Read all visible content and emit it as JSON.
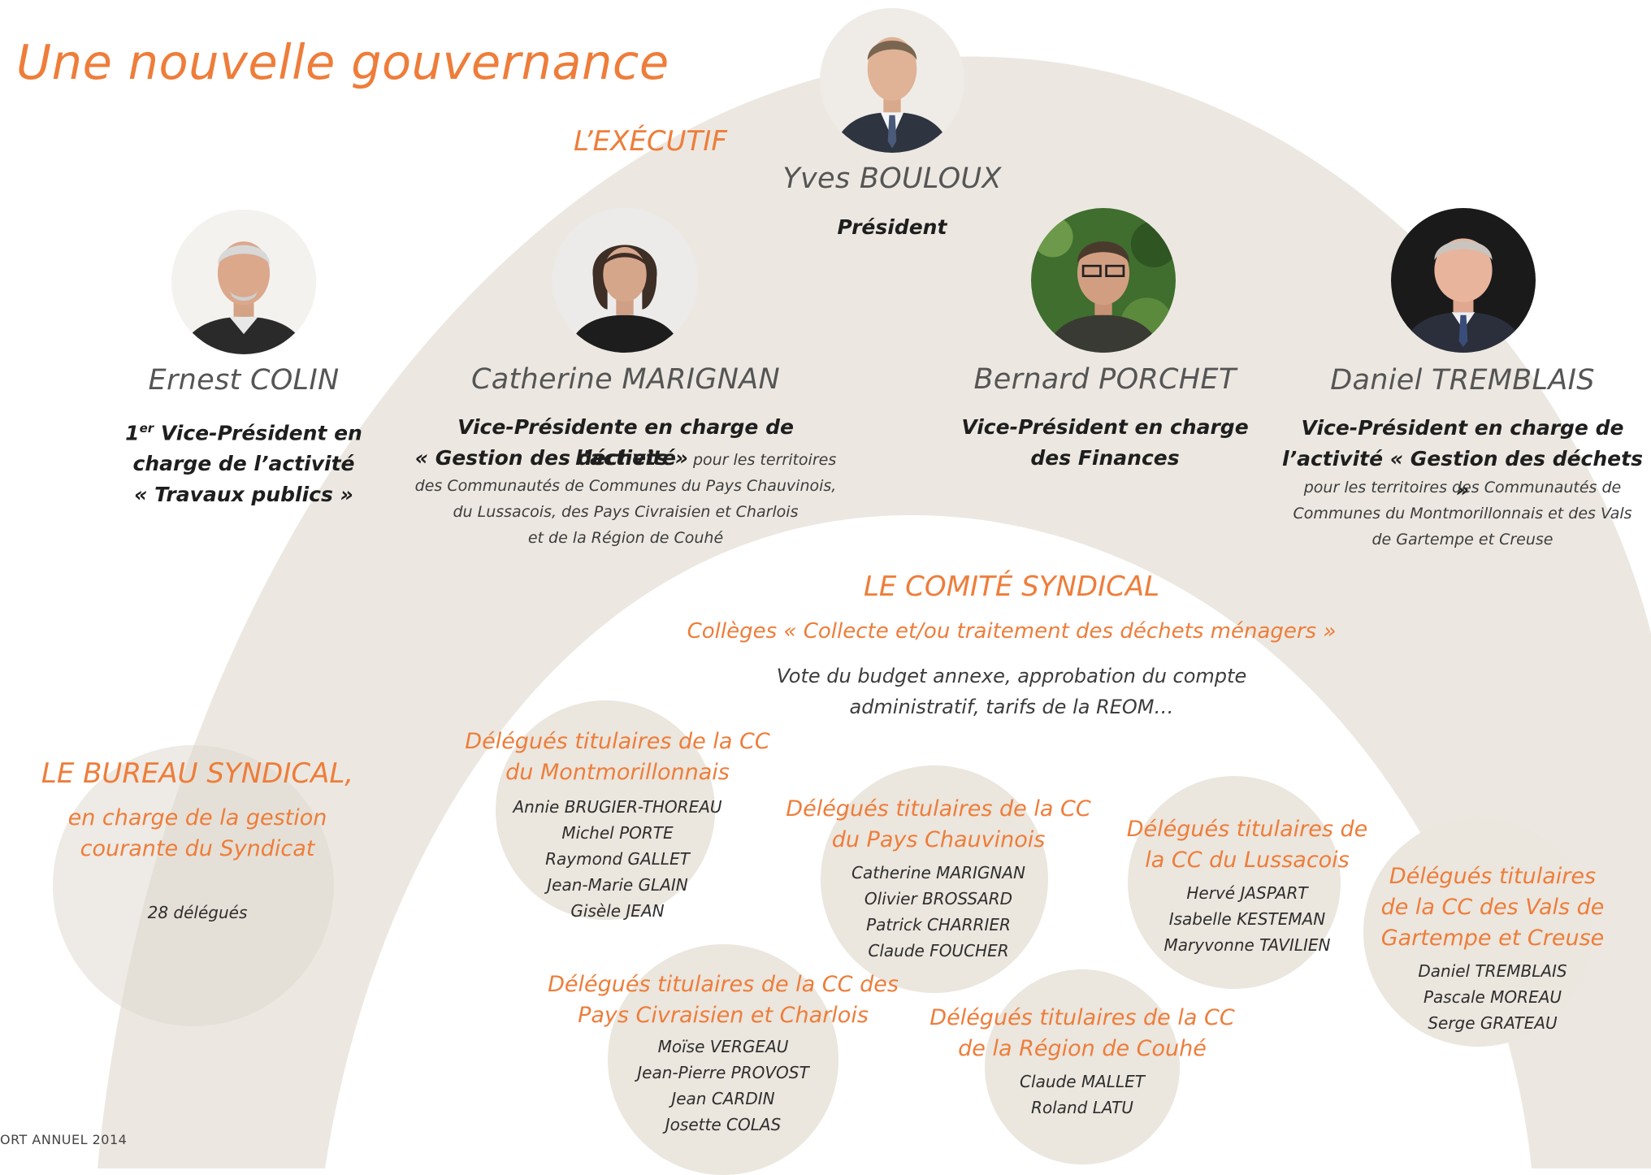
{
  "page": {
    "title": "Une nouvelle gouvernance",
    "footer": "ORT ANNUEL 2014"
  },
  "executif": {
    "heading": "L’EXÉCUTIF",
    "president": {
      "name": "Yves BOULOUX",
      "role": "Président"
    },
    "members": [
      {
        "name": "Ernest COLIN",
        "role_lines": [
          "1er Vice-Président en",
          "charge de l’activité",
          "« Travaux publics »"
        ]
      },
      {
        "name": "Catherine MARIGNAN",
        "role_lines": [
          "Vice-Présidente en charge de l’activité"
        ],
        "role_bold_inline": "« Gestion des déchets »",
        "role_inline_tail": " pour les territoires",
        "role_small_lines": [
          "des Communautés de Communes du Pays Chauvinois,",
          "du Lussacois, des Pays Civraisien et Charlois",
          "et de la Région de Couhé"
        ]
      },
      {
        "name": "Bernard PORCHET",
        "role_lines": [
          "Vice-Président en charge",
          "des Finances"
        ]
      },
      {
        "name": "Daniel TREMBLAIS",
        "role_lines": [
          "Vice-Président en charge de",
          "l’activité « Gestion des déchets »"
        ],
        "role_small_lines": [
          "pour les territoires des Communautés de",
          "Communes du Montmorillonnais et des Vals",
          "de Gartempe et Creuse"
        ]
      }
    ]
  },
  "comite": {
    "heading": "LE COMITÉ SYNDICAL",
    "subheading": "Collèges « Collecte et/ou traitement des déchets ménagers »",
    "vote_lines": [
      "Vote du budget annexe, approbation du compte",
      "administratif, tarifs de la REOM…"
    ],
    "groups": [
      {
        "title_lines": [
          "Délégués titulaires de la CC",
          "du Montmorillonnais"
        ],
        "members": [
          "Annie BRUGIER-THOREAU",
          "Michel PORTE",
          "Raymond GALLET",
          "Jean-Marie GLAIN",
          "Gisèle JEAN"
        ]
      },
      {
        "title_lines": [
          "Délégués titulaires de la CC",
          "du Pays Chauvinois"
        ],
        "members": [
          "Catherine MARIGNAN",
          "Olivier BROSSARD",
          "Patrick CHARRIER",
          "Claude FOUCHER"
        ]
      },
      {
        "title_lines": [
          "Délégués titulaires de",
          "la CC du Lussacois"
        ],
        "members": [
          "Hervé JASPART",
          "Isabelle KESTEMAN",
          "Maryvonne TAVILIEN"
        ]
      },
      {
        "title_lines": [
          "Délégués titulaires",
          "de la CC des Vals de",
          "Gartempe et Creuse"
        ],
        "members": [
          "Daniel TREMBLAIS",
          "Pascale MOREAU",
          "Serge GRATEAU"
        ]
      },
      {
        "title_lines": [
          "Délégués titulaires de la CC des",
          "Pays Civraisien et Charlois"
        ],
        "members": [
          "Moïse VERGEAU",
          "Jean-Pierre PROVOST",
          "Jean CARDIN",
          "Josette COLAS"
        ]
      },
      {
        "title_lines": [
          "Délégués titulaires de la CC",
          "de la Région de Couhé"
        ],
        "members": [
          "Claude MALLET",
          "Roland LATU"
        ]
      }
    ]
  },
  "bureau": {
    "heading": "LE BUREAU SYNDICAL,",
    "sub_lines": [
      "en charge de la gestion",
      "courante du Syndicat"
    ],
    "count": "28 délégués"
  },
  "colors": {
    "accent": "#ee7d3a",
    "arch": "#ece8e1",
    "circle": "#ebe6de"
  }
}
